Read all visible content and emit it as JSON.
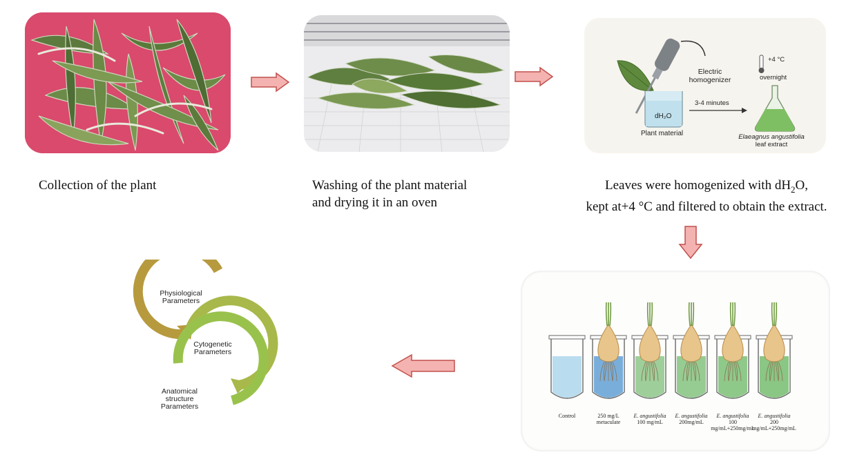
{
  "steps": {
    "step1_caption": "Collection of the plant",
    "step2_caption_line1": "Washing of the plant material",
    "step2_caption_line2": "and drying it in an oven",
    "step3_caption_line1_pre": "Leaves were homogenized with dH",
    "step3_caption_line1_sub": "2",
    "step3_caption_line1_post": "O,",
    "step3_caption_line2": "kept at+4 °C and filtered to obtain the extract."
  },
  "homogenizer_diagram": {
    "device_label_line1": "Electric",
    "device_label_line2": "homogenizer",
    "temperature_label": "+4 °C",
    "time_label": "overnight",
    "duration_label": "3-4 minutes",
    "beaker_label": "dH₂O",
    "plant_label": "Plant material",
    "extract_label_line1": "Elaeagnus angustifolia",
    "extract_label_line2": "leaf extract"
  },
  "treatment_tubes": [
    {
      "line1": "Control",
      "line2": "",
      "color": "#b9dcef"
    },
    {
      "line1": "250 mg/L",
      "line2": "metaculate",
      "color": "#79aedb"
    },
    {
      "line1": "E. angustifolia",
      "line2": "100 mg/mL",
      "color": "#9ecf9a"
    },
    {
      "line1": "E. angustifolia",
      "line2": "200mg/mL",
      "color": "#96cc92"
    },
    {
      "line1": "E. angustifolia",
      "line2": "100 mg/mL+250mg/mL",
      "color": "#8fc98a"
    },
    {
      "line1": "E. angustifolia",
      "line2": "200 mg/mL+250mg/mL",
      "color": "#8ac684"
    }
  ],
  "cycle": [
    {
      "line1": "Physiological",
      "line2": "Parameters",
      "line3": "",
      "color": "#b79a3e"
    },
    {
      "line1": "Cytogenetic",
      "line2": "Parameters",
      "line3": "",
      "color": "#a8b84a"
    },
    {
      "line1": "Anatomical",
      "line2": "structure",
      "line3": "Parameters",
      "color": "#99c24c"
    }
  ],
  "colors": {
    "arrow_fill": "#f4b3b0",
    "arrow_stroke": "#c0504d",
    "photo_bg_pink": "#d84a6c"
  }
}
